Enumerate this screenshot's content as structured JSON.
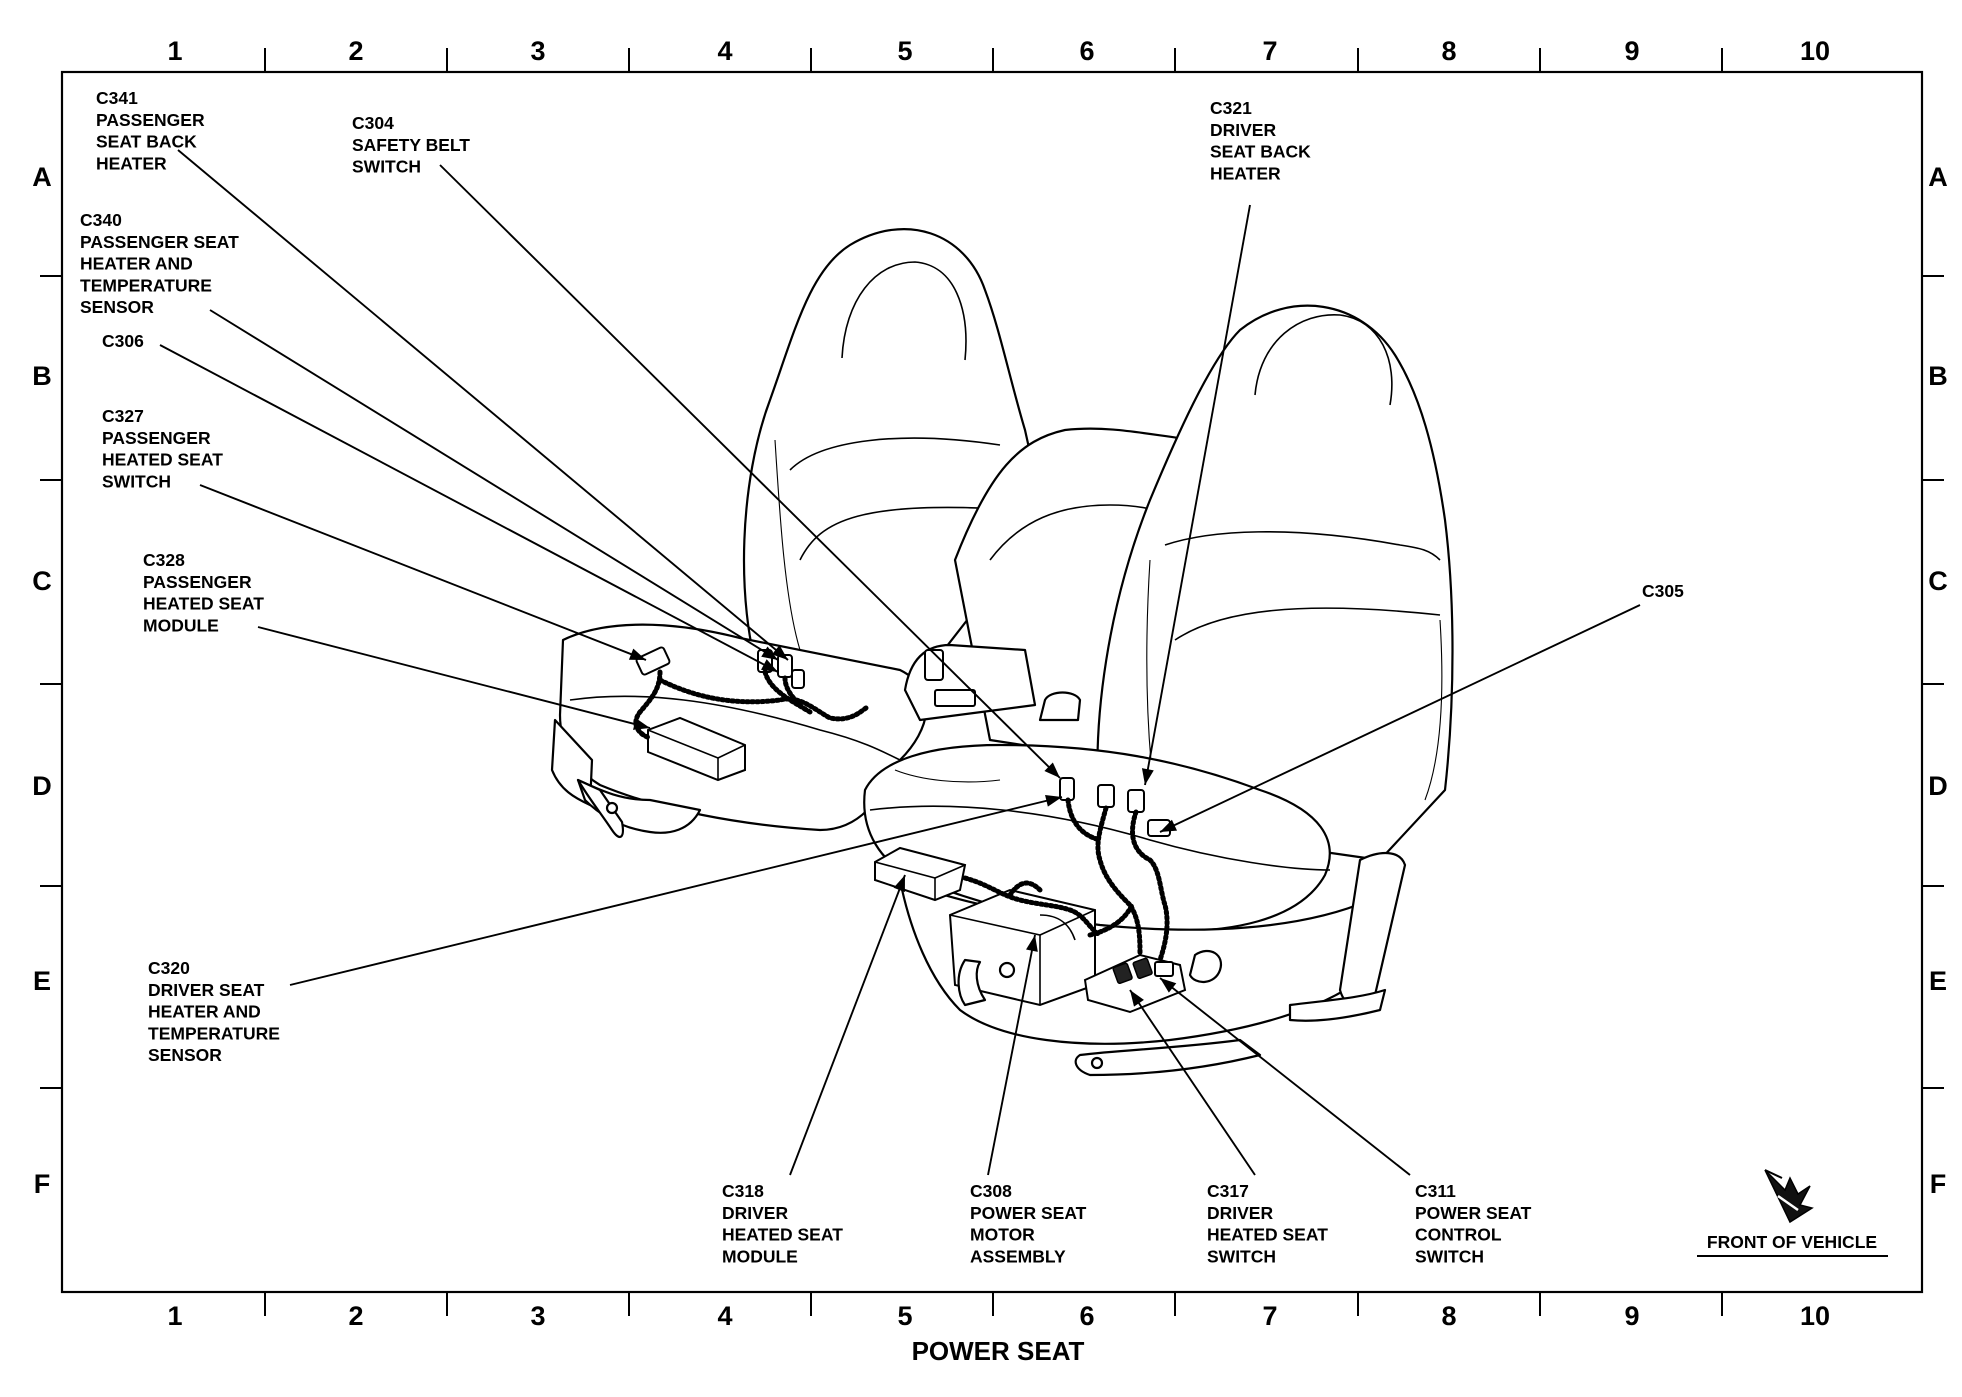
{
  "diagram": {
    "title": "POWER SEAT",
    "columns": [
      "1",
      "2",
      "3",
      "4",
      "5",
      "6",
      "7",
      "8",
      "9",
      "10"
    ],
    "rows": [
      "A",
      "B",
      "C",
      "D",
      "E",
      "F"
    ],
    "front_of_vehicle": "FRONT OF VEHICLE",
    "callouts": [
      {
        "id": "c341",
        "lines": [
          "C341",
          "PASSENGER",
          "SEAT BACK",
          "HEATER"
        ]
      },
      {
        "id": "c304",
        "lines": [
          "C304",
          "SAFETY BELT",
          "SWITCH"
        ]
      },
      {
        "id": "c321",
        "lines": [
          "C321",
          "DRIVER",
          "SEAT BACK",
          "HEATER"
        ]
      },
      {
        "id": "c340",
        "lines": [
          "C340",
          "PASSENGER SEAT",
          "HEATER AND",
          "TEMPERATURE",
          "SENSOR"
        ]
      },
      {
        "id": "c306",
        "lines": [
          "C306"
        ]
      },
      {
        "id": "c327",
        "lines": [
          "C327",
          "PASSENGER",
          "HEATED SEAT",
          "SWITCH"
        ]
      },
      {
        "id": "c328",
        "lines": [
          "C328",
          "PASSENGER",
          "HEATED SEAT",
          "MODULE"
        ]
      },
      {
        "id": "c305",
        "lines": [
          "C305"
        ]
      },
      {
        "id": "c320",
        "lines": [
          "C320",
          "DRIVER SEAT",
          "HEATER AND",
          "TEMPERATURE",
          "SENSOR"
        ]
      },
      {
        "id": "c318",
        "lines": [
          "C318",
          "DRIVER",
          "HEATED SEAT",
          "MODULE"
        ]
      },
      {
        "id": "c308",
        "lines": [
          "C308",
          "POWER SEAT",
          "MOTOR",
          "ASSEMBLY"
        ]
      },
      {
        "id": "c317",
        "lines": [
          "C317",
          "DRIVER",
          "HEATED SEAT",
          "SWITCH"
        ]
      },
      {
        "id": "c311",
        "lines": [
          "C311",
          "POWER SEAT",
          "CONTROL",
          "SWITCH"
        ]
      }
    ]
  }
}
